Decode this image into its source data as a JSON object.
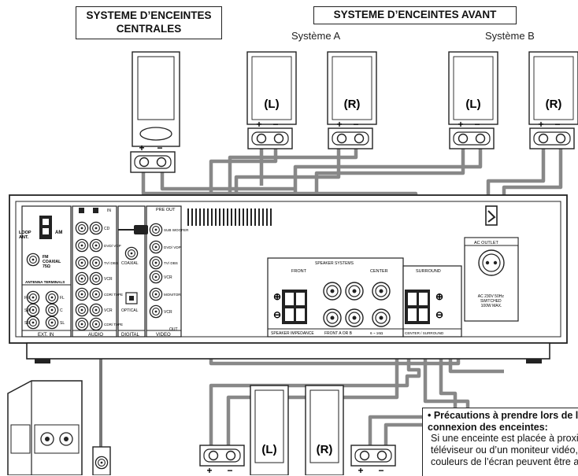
{
  "headings": {
    "center_system": "SYSTEME D’ENCEINTES\nCENTRALES",
    "front_system": "SYSTEME D’ENCEINTES AVANT",
    "system_a": "Système A",
    "system_b": "Système B"
  },
  "speaker_labels": {
    "left": "(L)",
    "right": "(R)"
  },
  "polarity": {
    "plus": "+",
    "minus": "−"
  },
  "rear_panel": {
    "loop_ant": "LOOP\nANT.",
    "am": "AM",
    "fm": "FM\nCOAXIAL\n75Ω",
    "antenna_terminals": "ANTENNA TERMINALS",
    "ext_in": "EXT. IN",
    "ext_in_channels": [
      "FR",
      "FL",
      "SW",
      "C",
      "SR",
      "SL"
    ],
    "audio": "AUDIO",
    "audio_inputs": [
      "CD",
      "DVD/ VDP",
      "TV/ DBS",
      "VCR",
      "CDR/ TAPE",
      "VCR",
      "CDR/ TAPE"
    ],
    "digital": "DIGITAL",
    "coaxial": "COAXIAL",
    "optical": "OPTICAL",
    "video": "VIDEO",
    "pre_out": "PRE OUT",
    "subwoofer": "SUB WOOFER",
    "video_inputs": [
      "DVD/ VDP",
      "TV/ DBS",
      "VCR",
      "MONITOR",
      "VCR"
    ],
    "in_tag": "IN",
    "out_tag": "OUT",
    "speaker_systems": "SPEAKER SYSTEMS",
    "front": "FRONT",
    "center": "CENTER",
    "surround": "SURROUND",
    "speaker_impedance": "SPEAKER IMPEDANCE",
    "front_ab": "FRONT A OR B",
    "impedance_note": "6 ~ 16Ω",
    "center_surround": "CENTER / SURROUND",
    "ac_outlet": "AC OUTLET",
    "ac_spec": "AC 230V 50Hz\nSWITCHED\n100W MAX."
  },
  "note": {
    "title_line1": "• Précautions à prendre lors de la",
    "title_line2": "connexion des enceintes:",
    "body": [
      "Si une enceinte est placée à proximité d’un",
      "téléviseur ou d’un moniteur vidéo, les",
      "couleurs de l’écran peuvent être altérées"
    ]
  }
}
